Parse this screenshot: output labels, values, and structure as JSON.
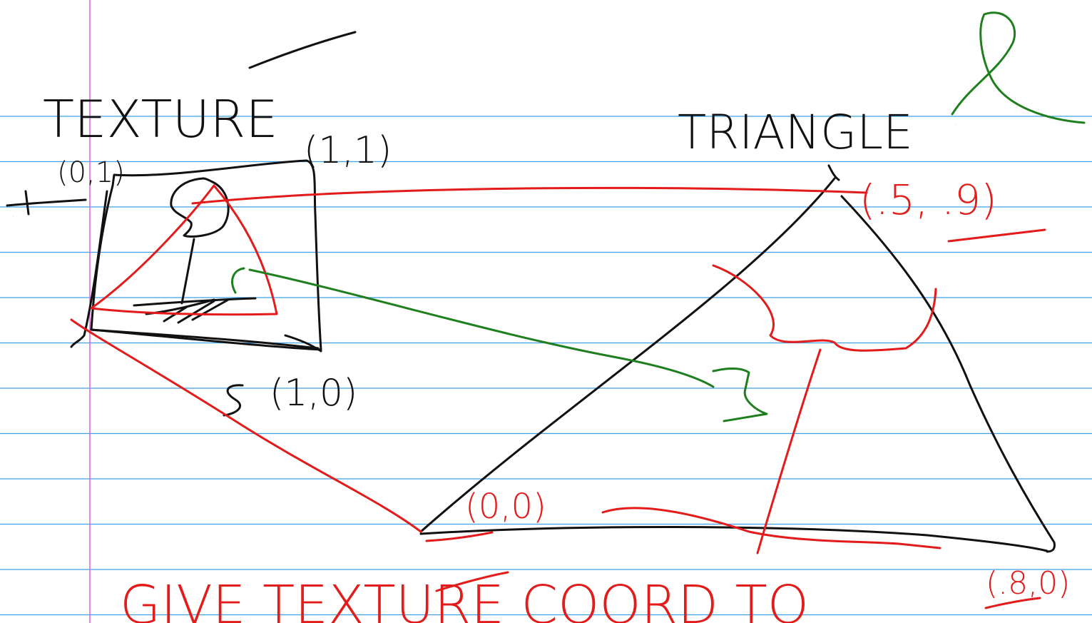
{
  "colors": {
    "paper": "#ffffff",
    "rule_line": "#3fa0e8",
    "margin_line": "#e060d8",
    "ink_black": "#111111",
    "ink_red": "#e31b1b",
    "ink_green": "#1f7f1f"
  },
  "note": {
    "texture_title": "TEXTURE",
    "texture_origin_label": "(0,1)",
    "texture_top_right_label": "(1,1)",
    "texture_bottom_right_label": "(1,0)",
    "axis_t_label": "t",
    "axis_s_label": "s",
    "triangle_title": "TRIANGLE",
    "number_label": "2",
    "apex_coord": "(.5, .9)",
    "bottom_left_coord": "(0,0)",
    "bottom_right_coord": "(.8,0)",
    "caption_partial": "GIVE TEXTURE COORD TO"
  }
}
